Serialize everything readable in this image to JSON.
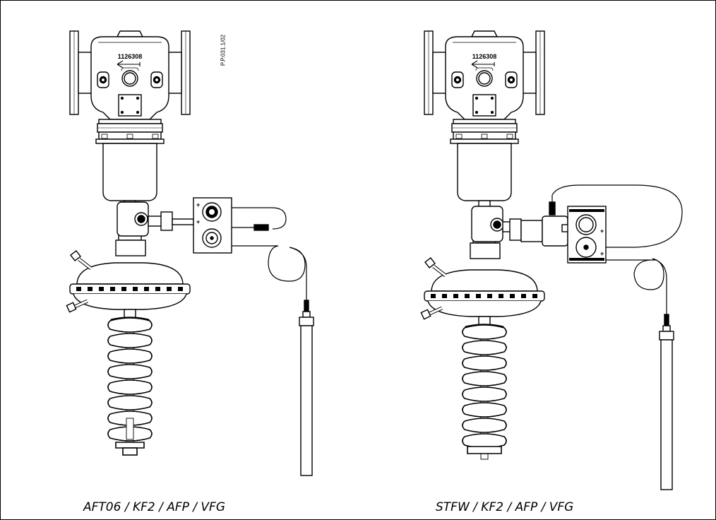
{
  "figure": {
    "reference_code": "P.P.031.1/02",
    "left_assembly": {
      "caption": "AFT06 / KF2 / AFP / VFG",
      "valve_marking": "1126308"
    },
    "right_assembly": {
      "caption": "STFW / KF2 / AFP / VFG",
      "valve_marking": "1126308"
    }
  },
  "colors": {
    "stroke": "#000000",
    "fill": "#ffffff",
    "shade": "#e6e6e6",
    "background": "#ffffff"
  }
}
